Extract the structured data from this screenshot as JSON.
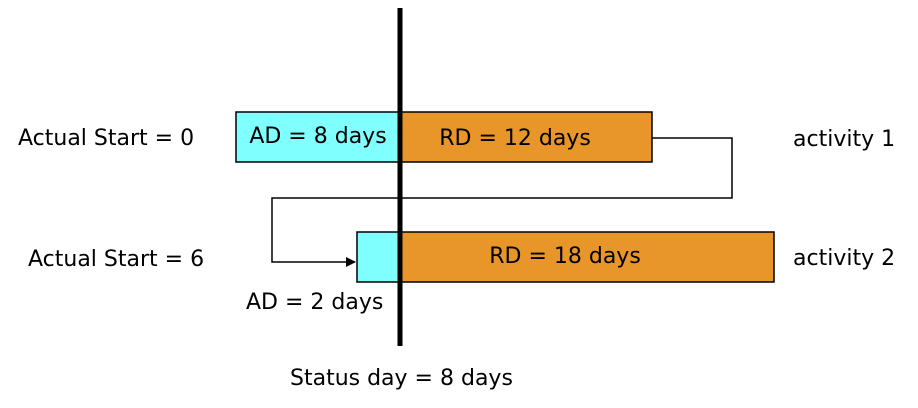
{
  "diagram": {
    "status_line_label": "Status day = 8 days",
    "activities": [
      {
        "name": "activity 1",
        "actual_start_label": "Actual Start = 0",
        "ad_label": "AD = 8 days",
        "rd_label": "RD = 12 days"
      },
      {
        "name": "activity 2",
        "actual_start_label": "Actual Start = 6",
        "ad_label": "AD = 2 days",
        "rd_label": "RD = 18 days"
      }
    ],
    "colors": {
      "actual_duration": "#80ffff",
      "remaining_duration": "#e8962a",
      "line": "#000000"
    }
  }
}
